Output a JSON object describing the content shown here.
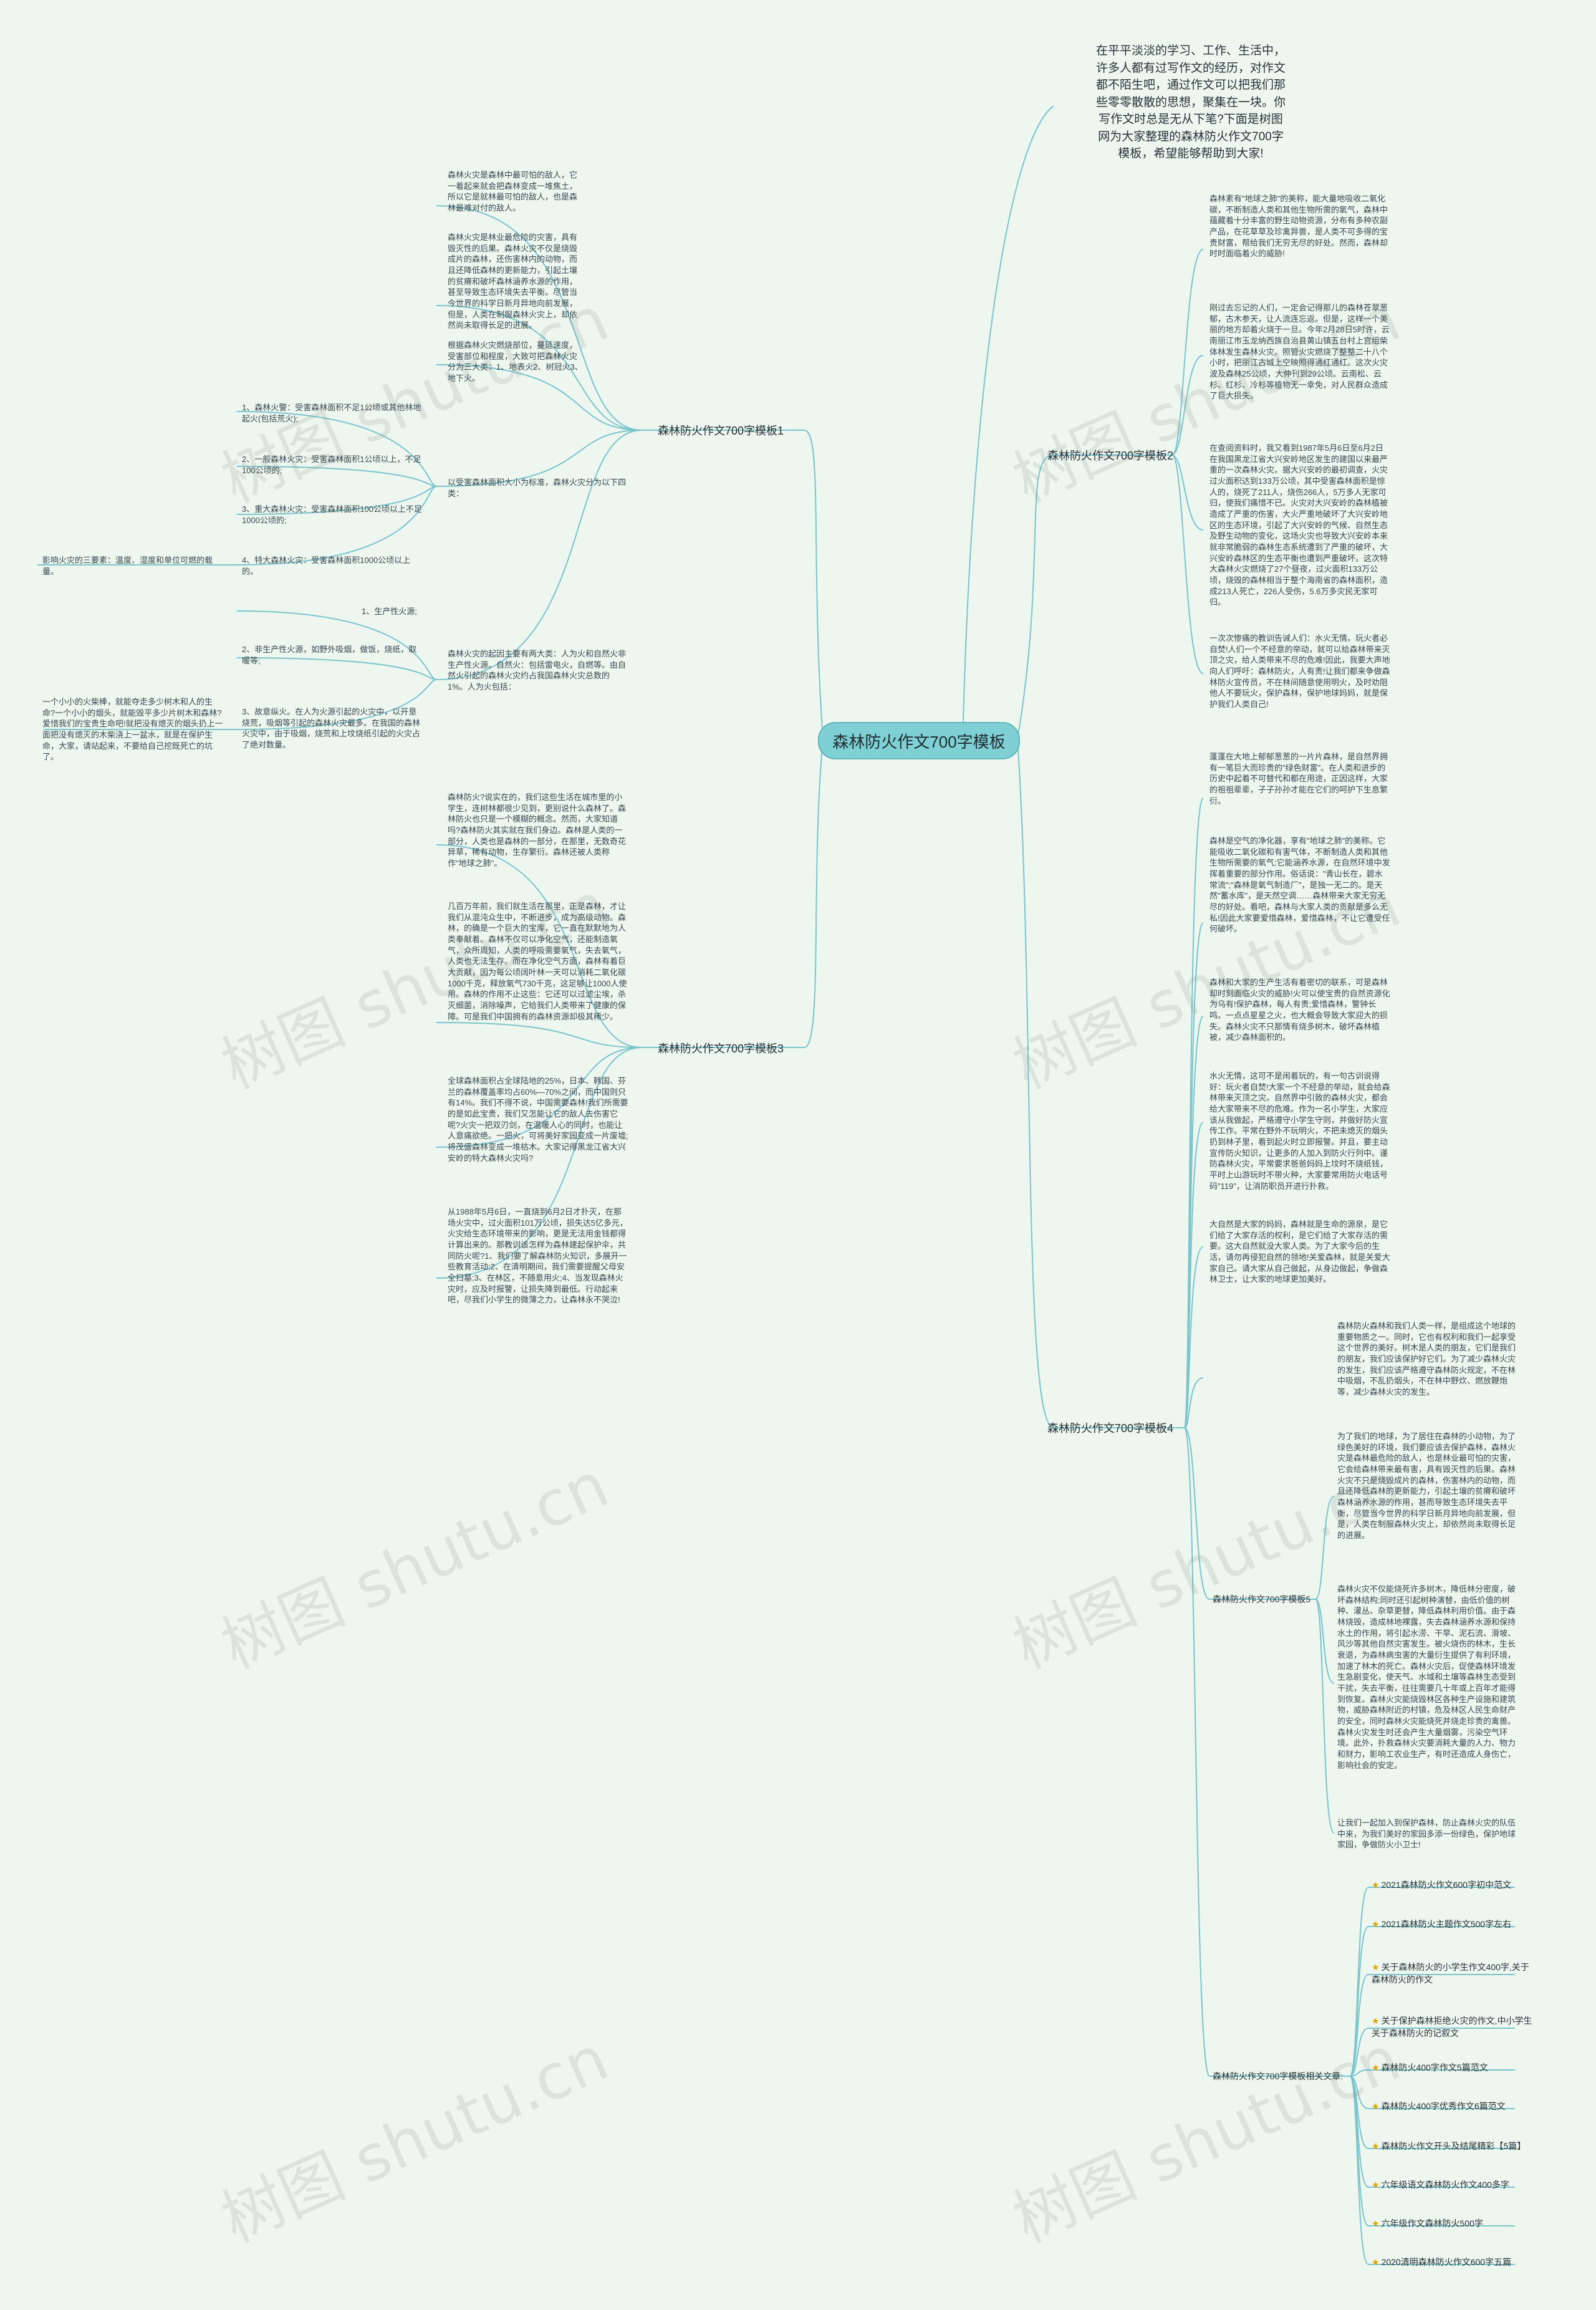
{
  "root_title": "森林防火作文700字模板",
  "intro": "在平平淡淡的学习、工作、生活中，许多人都有过写作文的经历，对作文都不陌生吧，通过作文可以把我们那些零零散散的思想，聚集在一块。你写作文时总是无从下笔?下面是树图网为大家整理的森林防火作文700字模板，希望能够帮助到大家!",
  "branches": {
    "b1": {
      "label": "森林防火作文700字模板1",
      "p1": "森林火灾是森林中最可怕的敌人，它一着起来就会把森林变成一堆焦土，所以它是就林最可怕的敌人，也是森林最难对付的敌人。",
      "p2": "森林火灾是林业最危险的灾害，具有毁灭性的后果。森林火灾不仅是烧毁成片的森林，还伤害林内的动物，而且还降低森林的更新能力，引起土壤的贫瘠和破坏森林涵养水源的作用，甚至导致生态环境失去平衡。尽管当今世界的科学日新月异地向前发展，但是，人类在制服森林火灾上，却依然尚未取得长足的进展。",
      "p3": "根据森林火灾燃烧部位，蔓延速度，受害部位和程度，大致可把森林火灾分为三大类：1、地表火2、树冠火3、地下火。",
      "p4": "以受害森林面积大小为标准，森林火灾分为以下四类：",
      "c1": "1、森林火警：受害森林面积不足1公顷或其他林地起火(包括荒火);",
      "c2": "2、一般森林火灾：受害森林面积1公顷以上，不足100公顷的;",
      "c3": "3、重大森林火灾：受害森林面积100公顷以上不足1000公顷的;",
      "c4": "4、特大森林火灾：受害森林面积1000公顷以上的。",
      "c4a": "影响火灾的三要素：温度、湿度和单位可燃的载量。",
      "p5": "森林火灾的起因主要有两大类：人为火和自然火非生产性火源。自然火：包括雷电火，自燃等。由自然火引起的森林火灾约占我国森林火灾总数的1%。人为火包括：",
      "s1": "1、生产性火源;",
      "s2": "2、非生产性火源，如野外吸烟，做饭，烧纸，取暖等;",
      "s3": "3、故意纵火。在人为火源引起的火灾中，以开垦烧荒，吸烟等引起的森林火灾最多。在我国的森林火灾中，由于吸烟，烧荒和上坟烧纸引起的火灾占了绝对数量。",
      "s3a": "一个小小的火柴棒，就能夺走多少树木和人的生命?一个小小的烟头，就能毁平多少片树木和森林?爱惜我们的宝贵生命吧!就把没有熄灭的烟头扔上一面把没有熄灭的木柴浇上一盆水，就是在保护生命，大家，请站起来，不要给自己挖既死亡的坑了。"
    },
    "b2": {
      "label": "森林防火作文700字模板2",
      "p1": "森林素有\"地球之肺\"的美称，能大量地吸收二氧化碳，不断制造人类和其他生物所需的氧气，森林中蕴藏着十分丰富的野生动物资源，分布有多种农副产品，在花草草及珍禽异兽，是人类不可多得的宝贵财富，帮给我们无穷无尽的好处。然而，森林却时时面临着火的威胁!",
      "p2": "刚过去忘记的人们，一定会记得那儿的森林苍翠葱郁，古木参天，让人流连忘返。但是，这样一个美丽的地方却着火烧于一旦。今年2月28日5时许，云南丽江市玉龙纳西族自治县黄山镇五台村上宫组柴体林发生森林火灾。照管火灾燃烧了整整二十八个小时，把丽江古城上空映照得通红通红。这次火灾波及森林25公顷，大伸刊到29公顷。云南松、云杉、红杉、冷杉等植物无一幸免，对人民群众造成了巨大损失。",
      "p3": "在查阅资料时，我又看到1987年5月6日至6月2日在我国黑龙江省大兴安岭地区发生的建国以来最严重的一次森林火灾。据大兴安岭的最初调查，火灾过火面积达到133万公顷，其中受害森林面积是惊人的，烧死了211人，烧伤266人，5万多人无家可归，使我们痛惜不已。火灾对大兴安岭的森林植被造成了严重的伤害，大火严重地破坏了大兴安岭地区的生态环境，引起了大兴安岭的气候、自然生态及野生动物的变化，这场火灾也导致大兴安岭本来就非常脆弱的森林生态系统遭到了严重的破坏，大兴安岭森林区的生态平衡也遭到严重破坏。这次特大森林火灾燃烧了27个昼夜，过火面积133万公顷，烧毁的森林相当于整个海南省的森林面积，造成213人死亡，226人受伤，5.6万多灾民无家可归。",
      "p4": "一次次惨痛的教训告诫人们：水火无情。玩火者必自焚!人们一个不经意的举动，就可以给森林带来灭顶之灾，给人类带来不尽的危难!因此，我要大声地向人们呼吁：森林防火，人有责!让我们都来争做森林防火宣传员，不在林间随意使用明火，及时劝阻他人不要玩火，保护森林，保护地球妈妈，就是保护我们人类自己!"
    },
    "b3": {
      "label": "森林防火作文700字模板3",
      "p1": "森林防火?说实在的，我们这些生活在城市里的小学生，连树林都很少见到，更别说什么森林了。森林防火也只是一个模糊的概念。然而，大家知道吗?森林防火其实就在我们身边。森林是人类的一部分，人类也是森林的一部分，在那里，无数奇花异草，稀有动物，生存繁衍。森林还被人类称作\"地球之肺\"。",
      "p2": "几百万年前，我们就生活在那里，正是森林，才让我们从混沌众生中，不断进步，成为高级动物。森林，的确是一个巨大的宝库，它一直在默默地为人类奉献着。森林不仅可以净化空气，还能制造氧气，众所周知，人类的呼吸需要氧气，失去氧气，人类也无法生存。而在净化空气方面，森林有着巨大贡献，因为每公顷阔叶林一天可以消耗二氧化碳1000千克，释放氧气730千克，这足够让1000人使用。森林的作用不止这些：它还可以过滤尘埃，杀灭细菌，消除噪声，它给我们人类带来了健康的保障。可是我们中国拥有的森林资源却极其稀少。",
      "p3": "全球森林面积占全球陆地的25%，日本、韩国、芬兰的森林覆盖率均占60%—70%之间，而中国则只有14%。我们不得不说，中国需要森林!我们所需要的是如此宝贵，我们又怎能让它的敌人去伤害它呢?火灾一把双刃剑，在温暖人心的同时，也能让人意痛欲绝。一把火，可将美好家园变成一片废墟;将茂盛森林变成一堆枯木。大家记得黑龙江省大兴安岭的特大森林火灾吗?",
      "p4": "从1988年5月6日，一直烧到6月2日才扑灭，在那场火灾中，过火面积101万公顷，损失达5亿多元，火灾给生态环境带来的影响，更是无法用金钱都得计算出来的。那教训该怎样为森林建起保护伞，共同防火呢?1、我们要了解森林防火知识，多展开一些教育活动;2、在清明期间，我们需要提醒父母安全扫墓;3、在林区，不随意用火;4、当发现森林火灾时，应及时报警，让损失降到最低。行动起来吧，尽我们小学生的微薄之力，让森林永不哭泣!"
    },
    "b4": {
      "label": "森林防火作文700字模板4",
      "p1": "蓬蓬在大地上郁郁葱葱的一片片森林，是自然界拥有一笔巨大而珍贵的\"绿色财富\"。在人类和进步的历史中起着不可替代和都在用途，正因这样，大家的祖祖辈辈，子子孙孙才能在它们的呵护下生息繁衍。",
      "p2": "森林是空气的净化器，享有\"地球之肺\"的美称。它能吸收二氧化碳和有害气体，不断制造人类和其他生物所需要的氧气;它能涵养水源，在自然环境中发挥着重要的部分作用。俗话说：\"青山长在，碧水常流\";\"森林是氧气制造厂\"，是独一无二的。是天然\"蓄水库\"，是天然空调……森林带来大家无穷无尽的好处。看吧，森林与大家人类的贡献是多么无私!因此大家要爱惜森林，爱惜森林，不让它遭受任何破坏。",
      "p3": "森林和大家的生产生活有着密切的联系，可是森林却时刻面临火灾的威胁!火可以使宝贵的自然资源化为乌有!保护森林，每人有责;爱惜森林，警钟长鸣。一点点星星之火，也大概会导致大家迎大的损失。森林火灾不只那情有烧多树木，破坏森林植被，减少森林面积的。",
      "p4": "水火无情，这可不是闹着玩的，有一句古训说得好：玩火者自焚!大家一个不经意的举动，就会给森林带来灭顶之灾。自然界中引致的森林火灾，都会给大家带来不尽的危难。作为一名小学生，大家应该从我做起，严格遵守小学生守则，并做好防火宣传工作。平常在野外不玩明火，不把未熄灭的烟头扔到林子里，看到起火时立即报警。并且，要主动宣传防火知识，让更多的人加入到防火行列中。谨防森林火灾，平常要求爸爸妈妈上坟时不烧纸钱，平时上山游玩时不带火种，大家要常用防火电话号码\"119\"，让消防职员开进行扑救。",
      "p5": "大自然是大家的妈妈，森林就是生命的源泉，是它们给了大家存活的权利，是它们给了大家存活的需要。这大自然就没大家人类。为了大家今后的生活，请勿再侵犯自然的领地!关爱森林，就是关爱大家自己。请大家从自己做起，从身边做起，争做森林卫士，让大家的地球更加美好。",
      "p6": "森林防火森林和我们人类一样，是组成这个地球的重要物质之一。同时，它也有权利和我们一起享受这个世界的美好。树木是人类的朋友，它们是我们的朋友，我们应该保护好它们。为了减少森林火灾的发生，我们应该严格遵守森林防火规定，不在林中吸烟，不乱扔烟头，不在林中野炊、燃放鞭炮等，减少森林火灾的发生。"
    },
    "b5": {
      "label": "森林防火作文700字模板5",
      "p1": "为了我们的地球，为了居住在森林的小动物，为了绿色美好的环境，我们要应该去保护森林，森林火灾是森林最危险的敌人，也是林业最可怕的灾害，它会给森林带来最有害，具有毁灭性的后果。森林火灾不只是烧毁成片的森林，伤害林内的动物，而且还降低森林的更新能力，引起土壤的贫瘠和破坏森林涵养水源的作用，甚而导致生态环境失去平衡，尽管当今世界的科学日新月异地向前发展，但是，人类在制服森林火灾上，却依然尚未取得长足的进展。",
      "p2": "森林火灾不仅能烧死许多树木，降低林分密度，破坏森林结构;同时还引起树种演替，由低价值的树种、灌丛、杂草更替，降低森林利用价值。由于森林烧毁，造成林地裸露，失去森林涵养水源和保持水土的作用，将引起水涝、干旱、泥石流、滑坡、风沙等其他自然灾害发生。被火烧伤的林木，生长衰退，为森林病虫害的大量衍生提供了有利环境，加速了林木的死亡。森林火灾后，促使森林环境发生急剧变化，使天气、水域和土壤等森林生态受到干扰，失去平衡，往往需要几十年或上百年才能得到恢复。森林火灾能烧毁林区各种生产设施和建筑物，威胁森林附近的村镇，危及林区人民生命财产的安全，同时森林火灾能烧死并烧走珍贵的禽兽。森林火灾发生时还会产生大量烟雾，污染空气环境。此外，扑救森林火灾要消耗大量的人力、物力和财力，影响工农业生产，有时还造成人身伤亡，影响社会的安定。",
      "p3": "让我们一起加入到保护森林，防止森林火灾的队伍中来，为我们美好的家园多添一份绿色，保护地球家园，争做防火小卫士!"
    },
    "b6": {
      "label": "森林防火作文700字模板相关文章:",
      "links": [
        "2021森林防火作文600字初中范文",
        "2021森林防火主题作文500字左右",
        "关于森林防火的小学生作文400字,关于森林防火的作文",
        "关于保护森林拒绝火灾的作文,中小学生关于森林防火的记叙文",
        "森林防火400字作文5篇范文",
        "森林防火400字优秀作文6篇范文",
        "森林防火作文开头及结尾精彩【5篇】",
        "六年级语文森林防火作文400多字",
        "六年级作文森林防火500字",
        "2020清明森林防火作文600字五篇"
      ]
    }
  },
  "watermark": "树图 shutu.cn",
  "colors": {
    "line": "#7cc4cc",
    "root_fill": "#7fd0d4"
  }
}
